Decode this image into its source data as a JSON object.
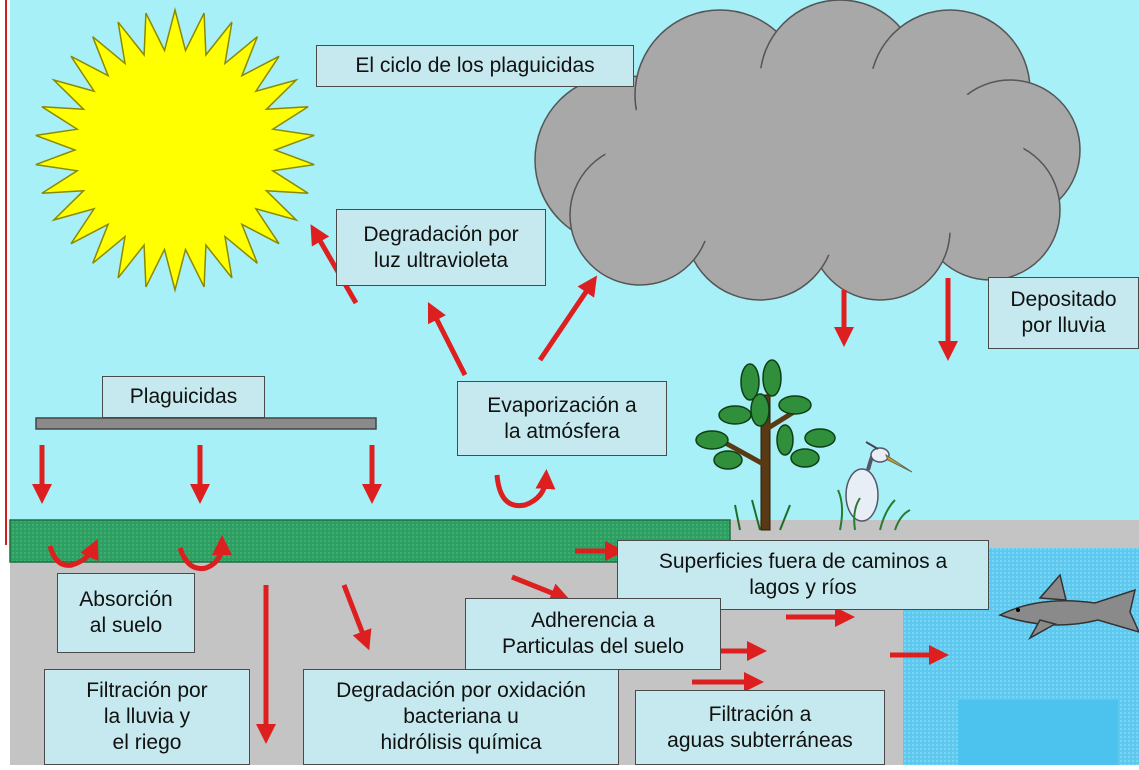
{
  "title": "El ciclo de los plaguicidas",
  "labels": {
    "uv": [
      "Degradación por",
      "luz ultravioleta"
    ],
    "deposit": [
      "Depositado",
      "por lluvia"
    ],
    "pesticides": "Plaguicidas",
    "evaporation": [
      "Evaporización a",
      "la atmósfera"
    ],
    "surface": [
      "Superficies fuera de caminos a",
      "lagos y ríos"
    ],
    "absorption": [
      "Absorción",
      "al suelo"
    ],
    "adherence": [
      "Adherencia a",
      "Particulas del suelo"
    ],
    "filtration_rain": [
      "Filtración por",
      "la lluvia y",
      "el riego"
    ],
    "oxidation": [
      "Degradación por oxidación",
      "bacteriana u",
      "hidrólisis química"
    ],
    "groundwater": [
      "Filtración a",
      "aguas subterráneas"
    ]
  },
  "colors": {
    "sky": "#a8f0f8",
    "sun": "#ffff00",
    "cloud": "#a8a8a8",
    "grass": "#2e9e63",
    "soil": "#c4c4c4",
    "water": "#5ec8ee",
    "arrow": "#dd1f1f",
    "label_bg": "#c5e9ee"
  }
}
